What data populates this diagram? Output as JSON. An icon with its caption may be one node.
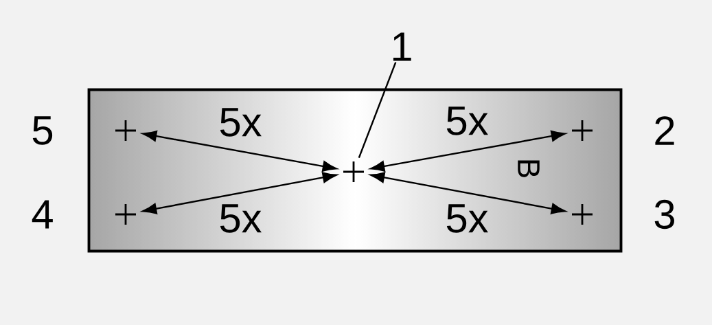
{
  "diagram": {
    "nodes": [
      {
        "text": [],
        "shape": "box"
      },
      {
        "text": [
          "1"
        ]
      },
      {
        "text": [],
        "shape": "cross",
        "in": 0
      },
      {
        "text": [],
        "shape": "cross",
        "in": 0,
        "beside": [
          "2"
        ]
      },
      {
        "text": [],
        "shape": "cross",
        "in": 0,
        "beside": [
          "3"
        ]
      },
      {
        "text": [],
        "shape": "cross",
        "in": 0,
        "beside": [
          "4"
        ]
      },
      {
        "text": [],
        "shape": "cross",
        "in": 0,
        "beside": [
          "5"
        ]
      }
    ],
    "edges": [
      {
        "from": 1,
        "to": 2,
        "arrow": "none"
      },
      {
        "from": 2,
        "to": 6,
        "arrow": "both",
        "label": "5x"
      },
      {
        "from": 2,
        "to": 3,
        "arrow": "both",
        "label": "5x"
      },
      {
        "from": 2,
        "to": 5,
        "arrow": "both",
        "label": "5x"
      },
      {
        "from": 2,
        "to": 4,
        "arrow": "both",
        "label": "5x"
      }
    ],
    "labels": [
      "B"
    ]
  }
}
